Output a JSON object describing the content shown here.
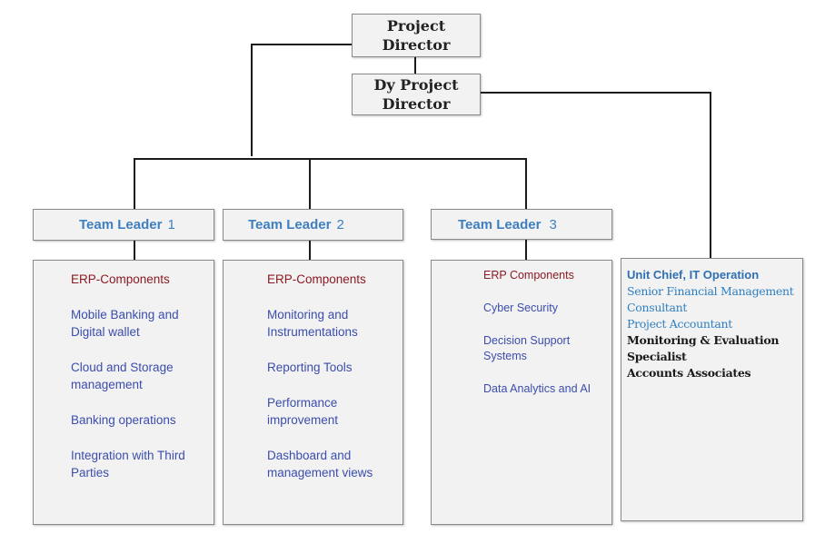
{
  "project_director": "Project Director",
  "dy_project_director": "Dy Project Director",
  "team_leaders": [
    {
      "label": "Team Leader",
      "number": "1"
    },
    {
      "label": "Team Leader",
      "number": "2"
    },
    {
      "label": "Team Leader",
      "number": "3"
    }
  ],
  "columns": [
    {
      "items": [
        "ERP-Components",
        "Mobile Banking and Digital wallet",
        "Cloud and Storage management",
        "Banking operations",
        "Integration with Third Parties"
      ]
    },
    {
      "items": [
        "ERP-Components",
        "Monitoring and Instrumentations",
        "Reporting Tools",
        "Performance improvement",
        "Dashboard and management views"
      ]
    },
    {
      "items": [
        "ERP Components",
        "Cyber Security",
        "Decision Support Systems",
        "Data Analytics and AI"
      ]
    }
  ],
  "it_unit": {
    "heading": "Unit Chief, IT Operation",
    "items": [
      "Senior Financial Management Consultant",
      "Project Accountant",
      "Monitoring & Evaluation Specialist",
      "Accounts Associates"
    ]
  },
  "colors": {
    "leader_text": "#3f7fbf",
    "list_first": "#8b1a24",
    "list_item": "#3b4dae",
    "connector": "#1a1a1a"
  }
}
